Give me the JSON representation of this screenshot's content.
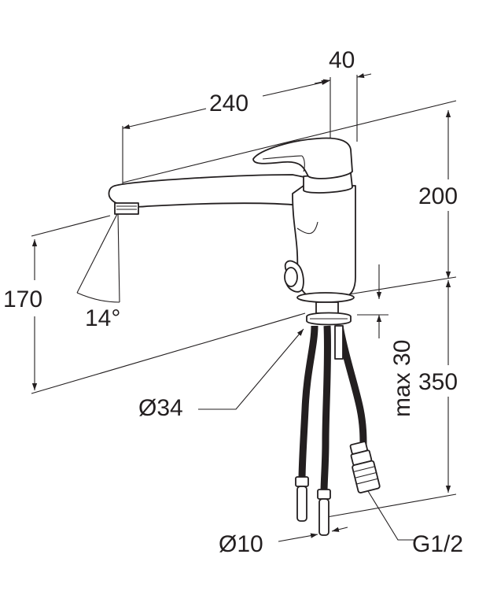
{
  "drawing": {
    "labels": {
      "width_spout": "240",
      "width_offset": "40",
      "height_above": "200",
      "height_spout": "170",
      "angle": "14°",
      "diameter_base": "Ø34",
      "max_thickness": "max 30",
      "hose_length": "350",
      "diameter_hose": "Ø10",
      "thread": "G1/2"
    },
    "colors": {
      "line": "#231f20",
      "background": "#ffffff"
    }
  }
}
